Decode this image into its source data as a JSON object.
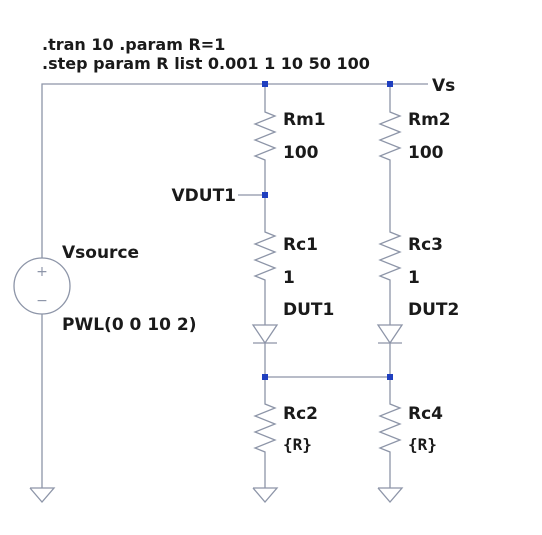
{
  "directives": {
    "line1": ".tran 10  .param R=1",
    "line2": ".step param R list 0.001 1 10 50 100"
  },
  "nets": {
    "supply_label": "Vs",
    "probe_label": "VDUT1"
  },
  "source": {
    "name": "Vsource",
    "value": "PWL(0 0 10 2)",
    "plus_symbol": "+",
    "minus_symbol": "−"
  },
  "components": {
    "rm1": {
      "name": "Rm1",
      "value": "100"
    },
    "rm2": {
      "name": "Rm2",
      "value": "100"
    },
    "rc1": {
      "name": "Rc1",
      "value": "1"
    },
    "rc3": {
      "name": "Rc3",
      "value": "1"
    },
    "dut1": {
      "name": "DUT1"
    },
    "dut2": {
      "name": "DUT2"
    },
    "rc2": {
      "name": "Rc2",
      "value": "{R}"
    },
    "rc4": {
      "name": "Rc4",
      "value": "{R}"
    }
  },
  "colors": {
    "wire": "#8d95a8",
    "node": "#1f3fbf",
    "text": "#1a1a1a"
  }
}
